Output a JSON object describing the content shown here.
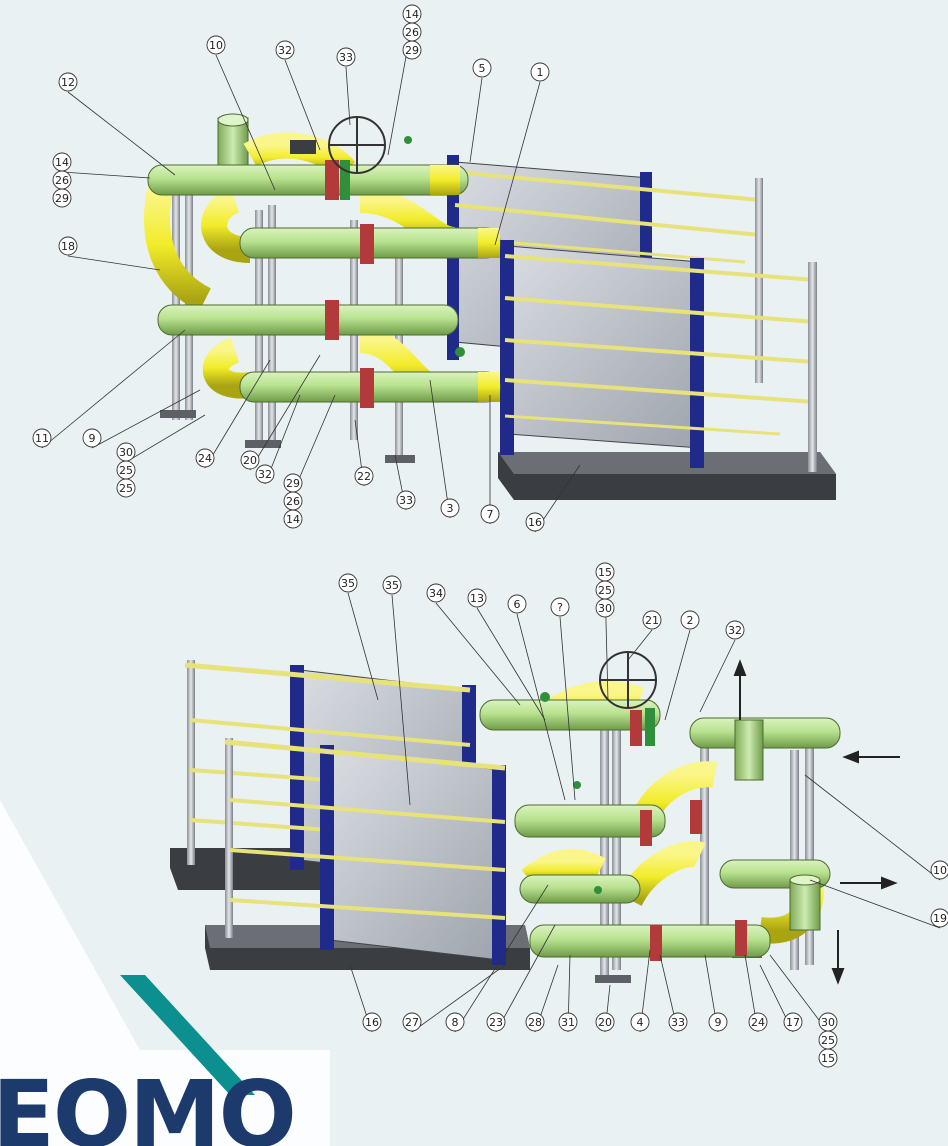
{
  "views": [
    {
      "id": "top-view",
      "callouts": [
        {
          "lines": [
            "14",
            "26",
            "29"
          ]
        },
        {
          "lines": [
            "10"
          ]
        },
        {
          "lines": [
            "32"
          ]
        },
        {
          "lines": [
            "33"
          ]
        },
        {
          "lines": [
            "5"
          ]
        },
        {
          "lines": [
            "1"
          ]
        },
        {
          "lines": [
            "12"
          ]
        },
        {
          "lines": [
            "14",
            "26",
            "29"
          ]
        },
        {
          "lines": [
            "18"
          ]
        },
        {
          "lines": [
            "11"
          ]
        },
        {
          "lines": [
            "9"
          ]
        },
        {
          "lines": [
            "30",
            "25",
            "25"
          ]
        },
        {
          "lines": [
            "24"
          ]
        },
        {
          "lines": [
            "20"
          ]
        },
        {
          "lines": [
            "32"
          ]
        },
        {
          "lines": [
            "29",
            "26",
            "14"
          ]
        },
        {
          "lines": [
            "22"
          ]
        },
        {
          "lines": [
            "33"
          ]
        },
        {
          "lines": [
            "3"
          ]
        },
        {
          "lines": [
            "7"
          ]
        },
        {
          "lines": [
            "16"
          ]
        }
      ]
    },
    {
      "id": "bottom-view",
      "callouts": [
        {
          "lines": [
            "15",
            "25",
            "30"
          ]
        },
        {
          "lines": [
            "35"
          ]
        },
        {
          "lines": [
            "35"
          ]
        },
        {
          "lines": [
            "34"
          ]
        },
        {
          "lines": [
            "13"
          ]
        },
        {
          "lines": [
            "6"
          ]
        },
        {
          "lines": [
            "?"
          ]
        },
        {
          "lines": [
            "21"
          ]
        },
        {
          "lines": [
            "2"
          ]
        },
        {
          "lines": [
            "32"
          ]
        },
        {
          "lines": [
            "10"
          ]
        },
        {
          "lines": [
            "19"
          ]
        },
        {
          "lines": [
            "16"
          ]
        },
        {
          "lines": [
            "27"
          ]
        },
        {
          "lines": [
            "8"
          ]
        },
        {
          "lines": [
            "23"
          ]
        },
        {
          "lines": [
            "28"
          ]
        },
        {
          "lines": [
            "31"
          ]
        },
        {
          "lines": [
            "20"
          ]
        },
        {
          "lines": [
            "4"
          ]
        },
        {
          "lines": [
            "33"
          ]
        },
        {
          "lines": [
            "9"
          ]
        },
        {
          "lines": [
            "24"
          ]
        },
        {
          "lines": [
            "17"
          ]
        },
        {
          "lines": [
            "30",
            "25",
            "15"
          ]
        }
      ]
    }
  ],
  "logo": {
    "text": "ЕОМО",
    "brand_color": "#0c8f8f",
    "text_color": "#1c3a6b"
  },
  "colors": {
    "background": "#e9f1f3",
    "pipe_green": "#b9e28f",
    "pipe_yellow": "#f2ec2a",
    "frame_navy": "#1f2a8a",
    "plate_grey": "#b7bcc4",
    "flange_red": "#b23a3a",
    "valve_green": "#2f8f3a"
  }
}
